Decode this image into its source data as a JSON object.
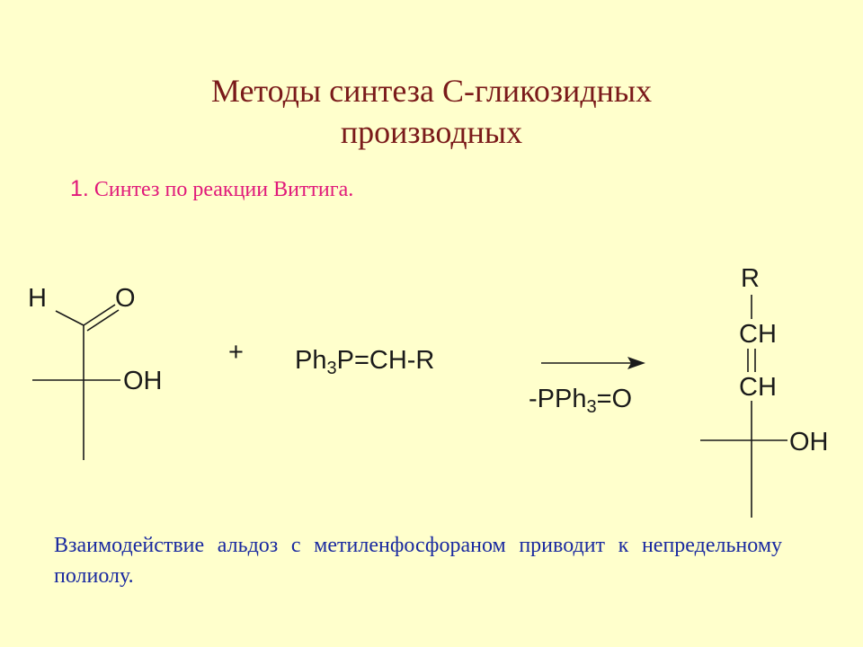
{
  "title": {
    "line1": "Методы синтеза С-гликозидных",
    "line2": "производных"
  },
  "subtitle": {
    "number": "1.",
    "text": " Синтез по реакции Виттига."
  },
  "reactant": {
    "h_label": "H",
    "o_label": "O",
    "oh_label": "OH"
  },
  "plus": "+",
  "reagent": {
    "ph": "Ph",
    "sub": "3",
    "rest": "P=CH-R"
  },
  "byproduct": {
    "prefix": "-PPh",
    "sub": "3",
    "suffix": "=O"
  },
  "product": {
    "r_label": "R",
    "ch1_label": "CH",
    "ch2_label": "CH",
    "oh_label": "OH"
  },
  "note": "Взаимодействие альдоз с метиленфосфораном приводит к непредельному полиолу.",
  "colors": {
    "background": "#ffffcc",
    "title": "#7a1a1a",
    "subtitle": "#e0197a",
    "note": "#1a2aa0",
    "structure": "#1a1a1a"
  }
}
